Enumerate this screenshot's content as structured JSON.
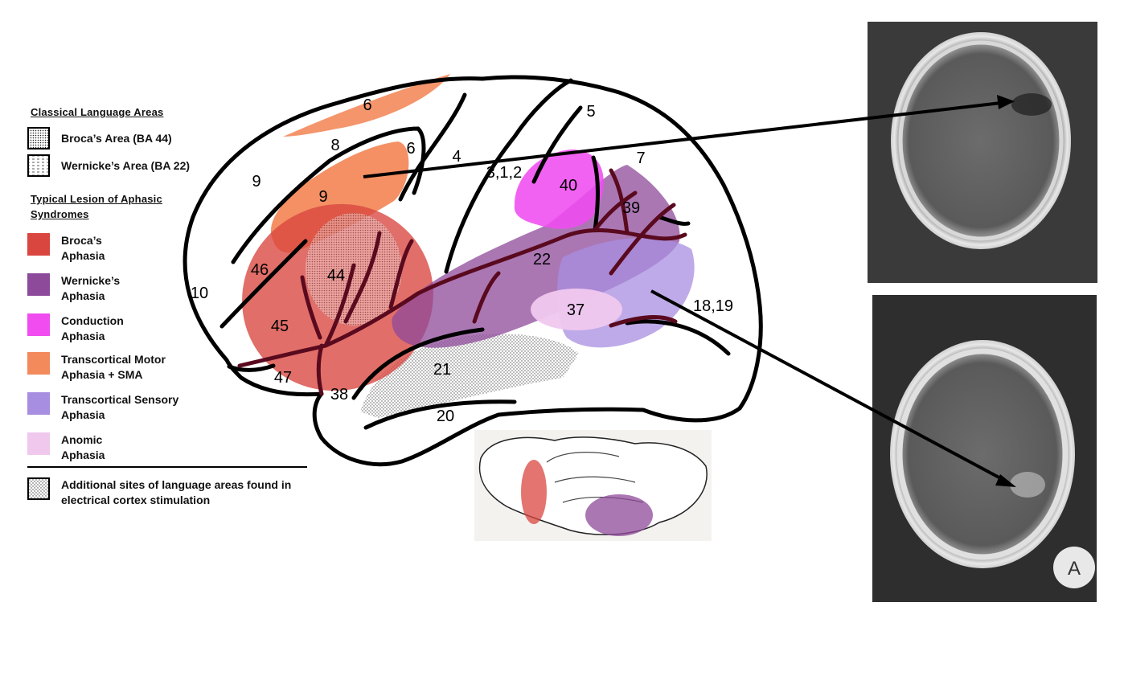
{
  "legend": {
    "classical_heading": "Classical Language Areas",
    "classical_items": [
      {
        "label": "Broca’s Area (BA 44)"
      },
      {
        "label": "Wernicke’s Area (BA 22)"
      }
    ],
    "lesion_heading": "Typical Lesion of Aphasic\nSyndromes",
    "lesion_items": [
      {
        "label": "Broca’s\nAphasia",
        "color": "#d9453f"
      },
      {
        "label": "Wernicke’s\nAphasia",
        "color": "#8e4a9a"
      },
      {
        "label": "Conduction\nAphasia",
        "color": "#f04cf0"
      },
      {
        "label": "Transcortical Motor\nAphasia + SMA",
        "color": "#f38a5c"
      },
      {
        "label": "Transcortical Sensory\nAphasia",
        "color": "#a88ee0"
      },
      {
        "label": "Anomic\nAphasia",
        "color": "#f0c8ee"
      }
    ],
    "additional_label": "Additional sites of language areas found in\nelectrical cortex stimulation"
  },
  "brodmann_labels": [
    "6",
    "8",
    "6",
    "9",
    "9",
    "4",
    "3,1,2",
    "5",
    "7",
    "40",
    "39",
    "46",
    "44",
    "22",
    "10",
    "45",
    "37",
    "18,19",
    "47",
    "21",
    "38",
    "20"
  ],
  "ct_scans": {
    "bottom_marker": "A"
  }
}
